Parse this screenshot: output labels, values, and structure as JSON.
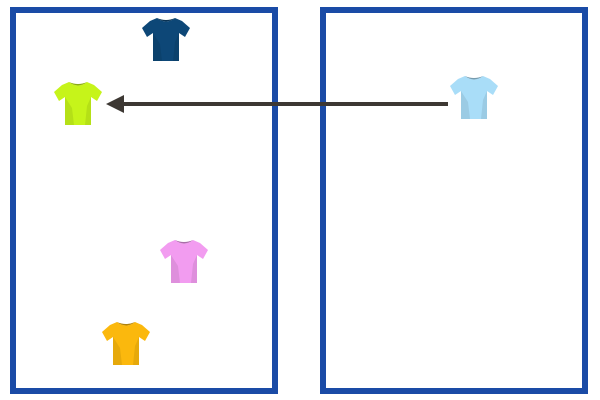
{
  "colors": {
    "box_border": "#1a4ba6",
    "arrow": "#3d3833",
    "background": "#ffffff"
  },
  "shirts": [
    {
      "name": "navy",
      "color": "#0d4777",
      "icon": "tshirt-icon"
    },
    {
      "name": "lime",
      "color": "#c6f41a",
      "icon": "tshirt-icon"
    },
    {
      "name": "pink",
      "color": "#f29cf0",
      "icon": "tshirt-icon"
    },
    {
      "name": "orange",
      "color": "#fbb80d",
      "icon": "tshirt-icon"
    },
    {
      "name": "sky",
      "color": "#a9ddf8",
      "icon": "tshirt-icon"
    }
  ],
  "arrow": {
    "from": "sky",
    "to": "lime",
    "direction": "left"
  }
}
